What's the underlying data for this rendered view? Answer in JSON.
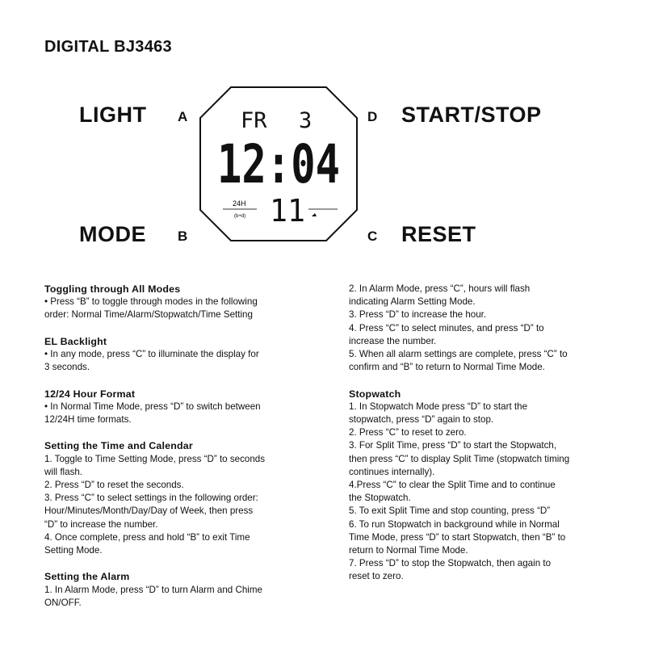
{
  "title": "DIGITAL BJ3463",
  "buttons": {
    "a": {
      "letter": "A",
      "label": "LIGHT"
    },
    "b": {
      "letter": "B",
      "label": "MODE"
    },
    "c": {
      "letter": "C",
      "label": "RESET"
    },
    "d": {
      "letter": "D",
      "label": "START/STOP"
    }
  },
  "display": {
    "day": "FR",
    "date": "3",
    "time": "12:04",
    "format": "24H",
    "format_sub": "(b+d)",
    "seconds": "11"
  },
  "left_sections": [
    {
      "heading": "Toggling through All Modes",
      "lines": [
        "• Press “B” to toggle through modes in the following",
        "order: Normal Time/Alarm/Stopwatch/Time Setting"
      ]
    },
    {
      "heading": "EL Backlight",
      "lines": [
        "• In any mode, press “C” to illuminate the display for",
        "3 seconds."
      ]
    },
    {
      "heading": "12/24 Hour Format",
      "lines": [
        "• In Normal Time Mode, press “D” to switch between",
        "12/24H time formats."
      ]
    },
    {
      "heading": "Setting the Time and Calendar",
      "lines": [
        "1. Toggle to Time Setting Mode, press “D” to seconds",
        "will flash.",
        "2. Press “D” to reset the seconds.",
        "3. Press “C” to select settings in the following order:",
        "Hour/Minutes/Month/Day/Day of Week, then press",
        "“D” to increase the number.",
        "4. Once complete, press and hold “B” to exit Time",
        "Setting Mode."
      ]
    },
    {
      "heading": "Setting the Alarm",
      "lines": [
        "1. In Alarm Mode, press “D” to turn Alarm and Chime",
        "ON/OFF."
      ]
    }
  ],
  "right_sections": [
    {
      "heading": "",
      "lines": [
        "2. In Alarm Mode, press “C”, hours will flash",
        "indicating Alarm Setting Mode.",
        "3. Press “D” to increase the hour.",
        "4. Press “C” to select minutes, and press “D” to",
        "increase the number.",
        "5. When all alarm settings are complete, press “C” to",
        "confirm and “B” to return to Normal Time Mode."
      ]
    },
    {
      "heading": "Stopwatch",
      "lines": [
        "1. In Stopwatch Mode press “D” to start the",
        "stopwatch, press “D” again to stop.",
        "2. Press “C” to reset to zero.",
        "3. For Split Time, press “D” to start the Stopwatch,",
        "then press “C” to display Split Time (stopwatch timing",
        "continues internally).",
        "4.Press “C” to clear the Split Time and to continue",
        "the Stopwatch.",
        "5. To exit Split Time and stop counting, press “D”",
        "6. To run Stopwatch in background while in Normal",
        "Time Mode, press “D” to start Stopwatch, then “B” to",
        "return to Normal Time Mode.",
        "7. Press “D” to stop the Stopwatch, then again to",
        "reset to zero."
      ]
    }
  ]
}
